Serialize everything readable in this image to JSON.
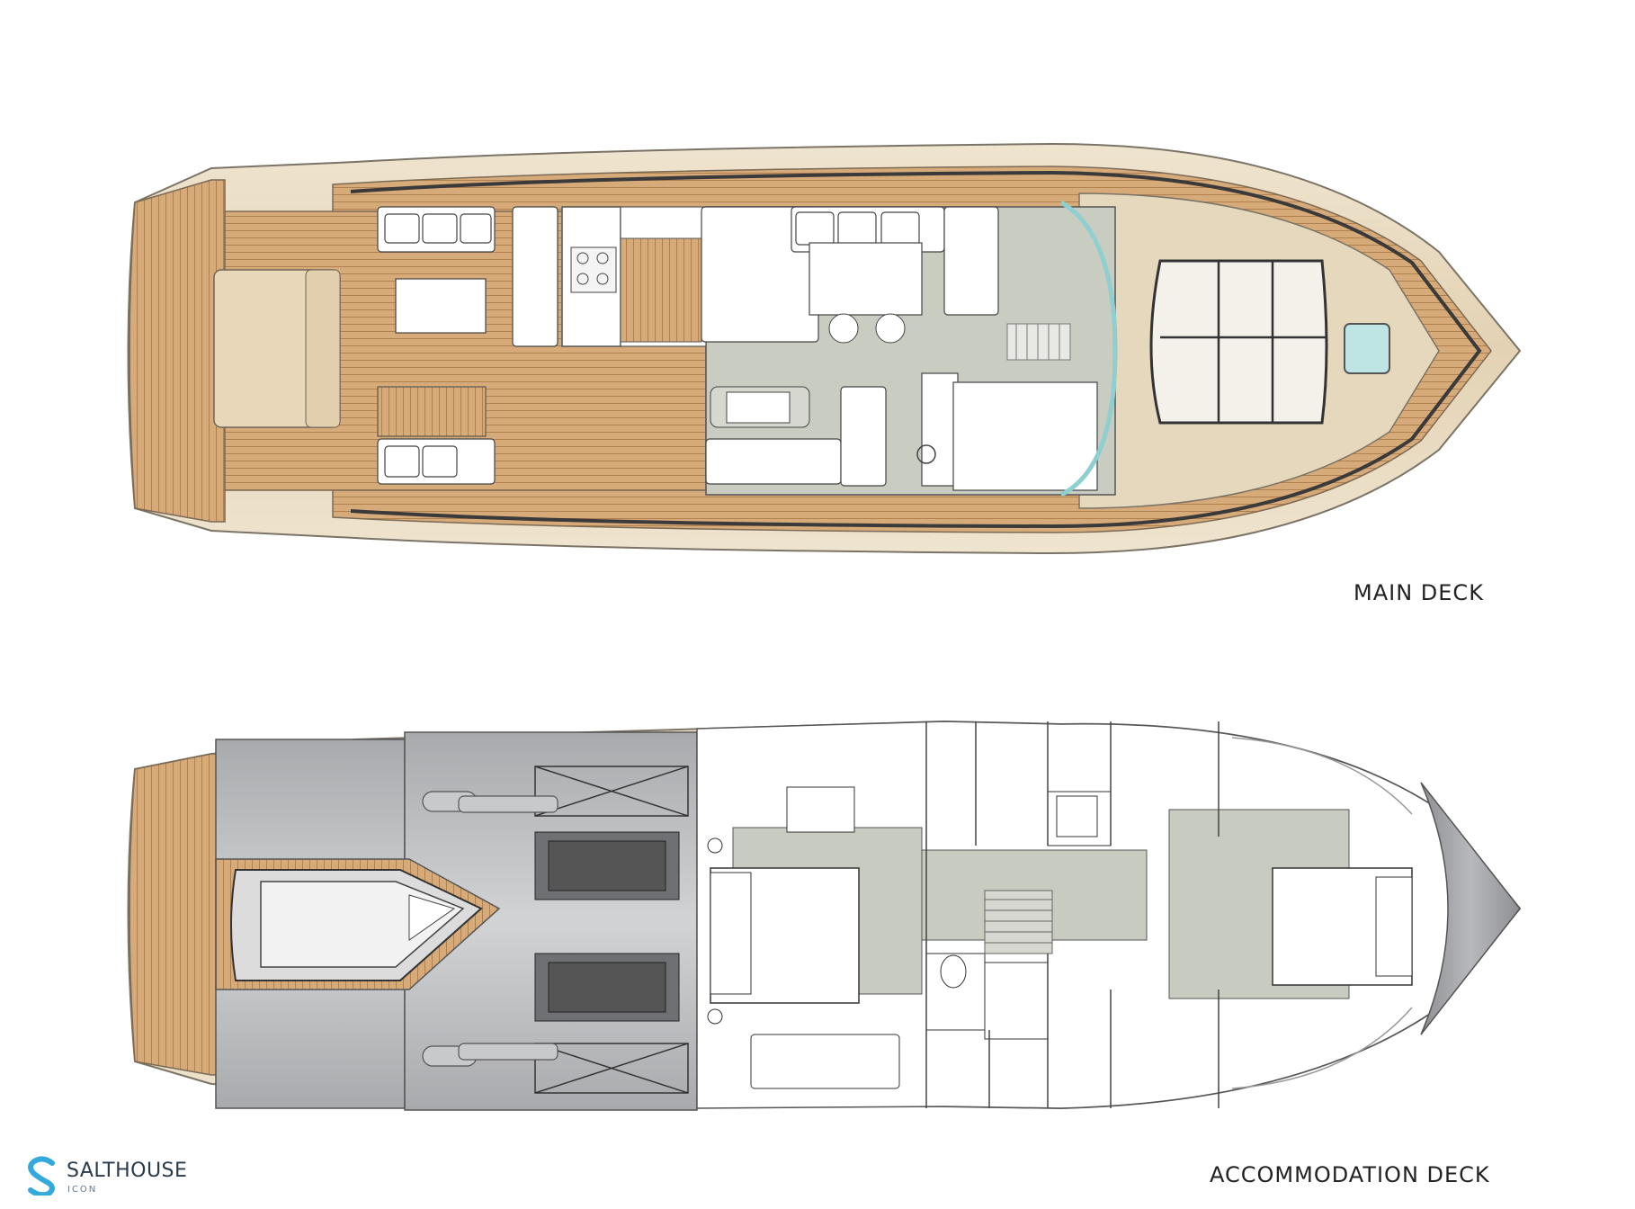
{
  "labels": {
    "main_deck": "MAIN DECK",
    "accommodation_deck": "ACCOMMODATION DECK"
  },
  "logo": {
    "brand": "SALTHOUSE",
    "sub": "ICON",
    "icon": "s-wave-icon"
  },
  "colors": {
    "hull_cream": "#e9dcc4",
    "teak": "#d4a877",
    "teak_line": "#b48452",
    "sage_floor": "#c8cbc0",
    "engine_grey": "#9a9b9e",
    "glass": "#bfe3e3",
    "logo_blue": "#33a9dc"
  }
}
